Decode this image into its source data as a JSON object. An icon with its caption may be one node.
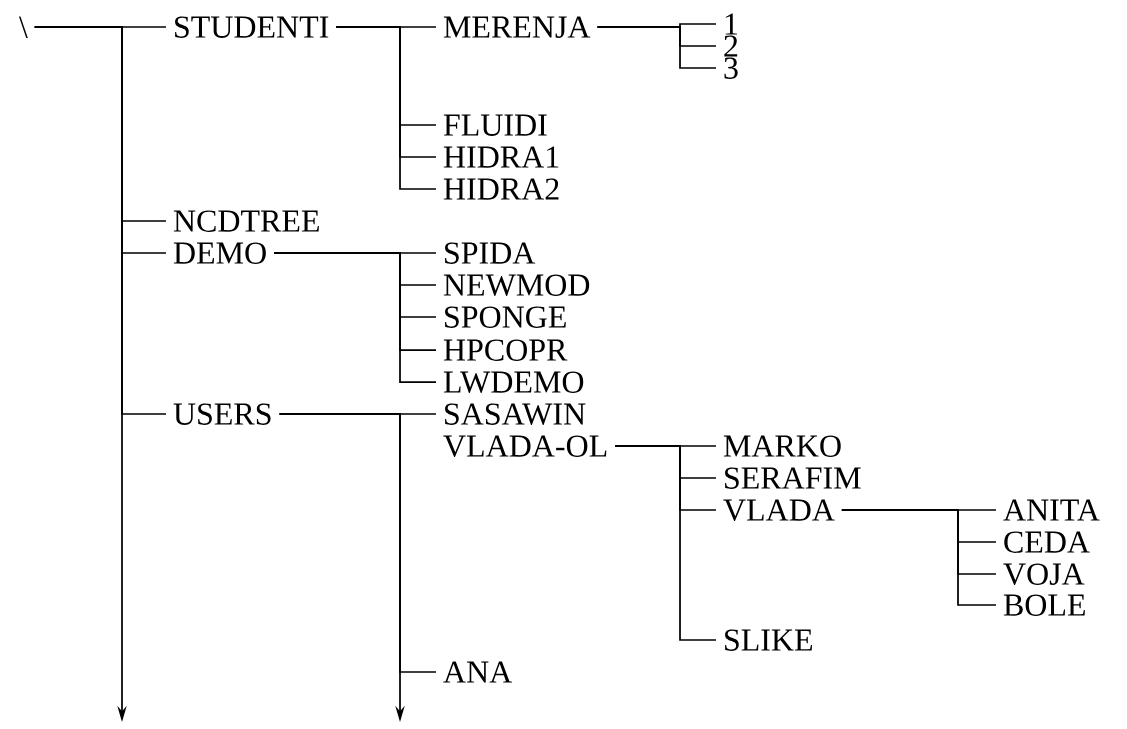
{
  "diagram": {
    "nodes": [
      {
        "text": [
          "\\"
        ]
      },
      {
        "text": [
          "STUDENTI"
        ]
      },
      {
        "text": [
          "MERENJA"
        ]
      },
      {
        "text": [
          "1"
        ]
      },
      {
        "text": [
          "2"
        ]
      },
      {
        "text": [
          "3"
        ]
      },
      {
        "text": [
          "FLUIDI"
        ]
      },
      {
        "text": [
          "HIDRA1"
        ]
      },
      {
        "text": [
          "HIDRA2"
        ]
      },
      {
        "text": [
          "NCDTREE"
        ]
      },
      {
        "text": [
          "DEMO"
        ]
      },
      {
        "text": [
          "SPIDA"
        ]
      },
      {
        "text": [
          "NEWMOD"
        ]
      },
      {
        "text": [
          "SPONGE"
        ]
      },
      {
        "text": [
          "HPCOPR"
        ]
      },
      {
        "text": [
          "LWDEMO"
        ]
      },
      {
        "text": [
          "USERS"
        ]
      },
      {
        "text": [
          "SASAWIN"
        ]
      },
      {
        "text": [
          "VLADA-OL"
        ]
      },
      {
        "text": [
          "MARKO"
        ]
      },
      {
        "text": [
          "SERAFIM"
        ]
      },
      {
        "text": [
          "VLADA"
        ]
      },
      {
        "text": [
          "ANITA"
        ]
      },
      {
        "text": [
          "CEDA"
        ]
      },
      {
        "text": [
          "VOJA"
        ]
      },
      {
        "text": [
          "BOLE"
        ]
      },
      {
        "text": [
          "SLIKE"
        ]
      },
      {
        "text": [
          "ANA"
        ]
      }
    ],
    "edges": [
      {
        "from": 0,
        "to": 1,
        "arrow": "none"
      },
      {
        "from": 1,
        "to": 2,
        "arrow": "none"
      },
      {
        "from": 2,
        "to": 3,
        "arrow": "none"
      },
      {
        "from": 2,
        "to": 4,
        "arrow": "none"
      },
      {
        "from": 2,
        "to": 5,
        "arrow": "none"
      },
      {
        "from": 1,
        "to": 6,
        "arrow": "none"
      },
      {
        "from": 1,
        "to": 7,
        "arrow": "none"
      },
      {
        "from": 1,
        "to": 8,
        "arrow": "none"
      },
      {
        "from": 0,
        "to": 9,
        "arrow": "none"
      },
      {
        "from": 0,
        "to": 10,
        "arrow": "none"
      },
      {
        "from": 10,
        "to": 11,
        "arrow": "none"
      },
      {
        "from": 10,
        "to": 12,
        "arrow": "none"
      },
      {
        "from": 10,
        "to": 13,
        "arrow": "none"
      },
      {
        "from": 10,
        "to": 14,
        "arrow": "none"
      },
      {
        "from": 10,
        "to": 15,
        "arrow": "none"
      },
      {
        "from": 0,
        "to": 16,
        "arrow": "none"
      },
      {
        "from": 16,
        "to": 17,
        "arrow": "none"
      },
      {
        "from": 18,
        "to": 19,
        "arrow": "none"
      },
      {
        "from": 18,
        "to": 20,
        "arrow": "none"
      },
      {
        "from": 18,
        "to": 21,
        "arrow": "none"
      },
      {
        "from": 21,
        "to": 22,
        "arrow": "none"
      },
      {
        "from": 21,
        "to": 23,
        "arrow": "none"
      },
      {
        "from": 21,
        "to": 24,
        "arrow": "none"
      },
      {
        "from": 21,
        "to": 25,
        "arrow": "none"
      },
      {
        "from": 18,
        "to": 26,
        "arrow": "none"
      },
      {
        "from": 16,
        "to": 27,
        "arrow": "none"
      },
      {
        "from": 0,
        "to": null,
        "arrow": "to"
      },
      {
        "from": 16,
        "to": null,
        "arrow": "to"
      }
    ]
  }
}
